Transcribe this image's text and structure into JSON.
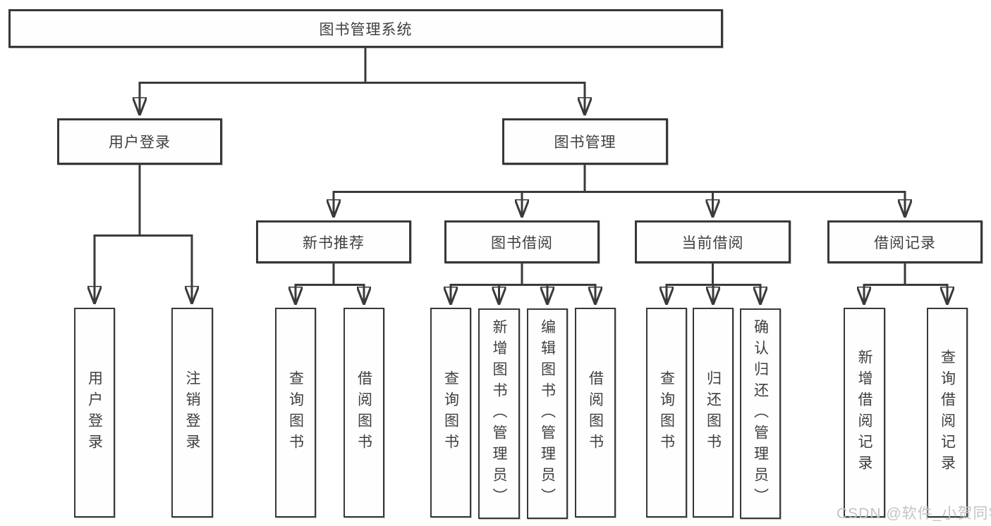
{
  "root": {
    "label": "图书管理系统"
  },
  "user_login": {
    "label": "用户登录",
    "children": [
      {
        "label": "用户登录"
      },
      {
        "label": "注销登录"
      }
    ]
  },
  "book_mgmt": {
    "label": "图书管理",
    "sections": [
      {
        "label": "新书推荐",
        "children": [
          {
            "label": "查询图书"
          },
          {
            "label": "借阅图书"
          }
        ]
      },
      {
        "label": "图书借阅",
        "children": [
          {
            "label": "查询图书"
          },
          {
            "label": "新增图书（管理员）"
          },
          {
            "label": "编辑图书（管理员）"
          },
          {
            "label": "借阅图书"
          }
        ]
      },
      {
        "label": "当前借阅",
        "children": [
          {
            "label": "查询图书"
          },
          {
            "label": "归还图书"
          },
          {
            "label": "确认归还（管理员）"
          }
        ]
      },
      {
        "label": "借阅记录",
        "children": [
          {
            "label": "新增借阅记录"
          },
          {
            "label": "查询借阅记录"
          }
        ]
      }
    ]
  },
  "watermark": {
    "text": "CSDN @软件_小贺同学"
  },
  "colors": {
    "line": "#3a3a3a",
    "text": "#3f3f3f",
    "watermark": "#c3c3c3",
    "background": "#ffffff"
  }
}
